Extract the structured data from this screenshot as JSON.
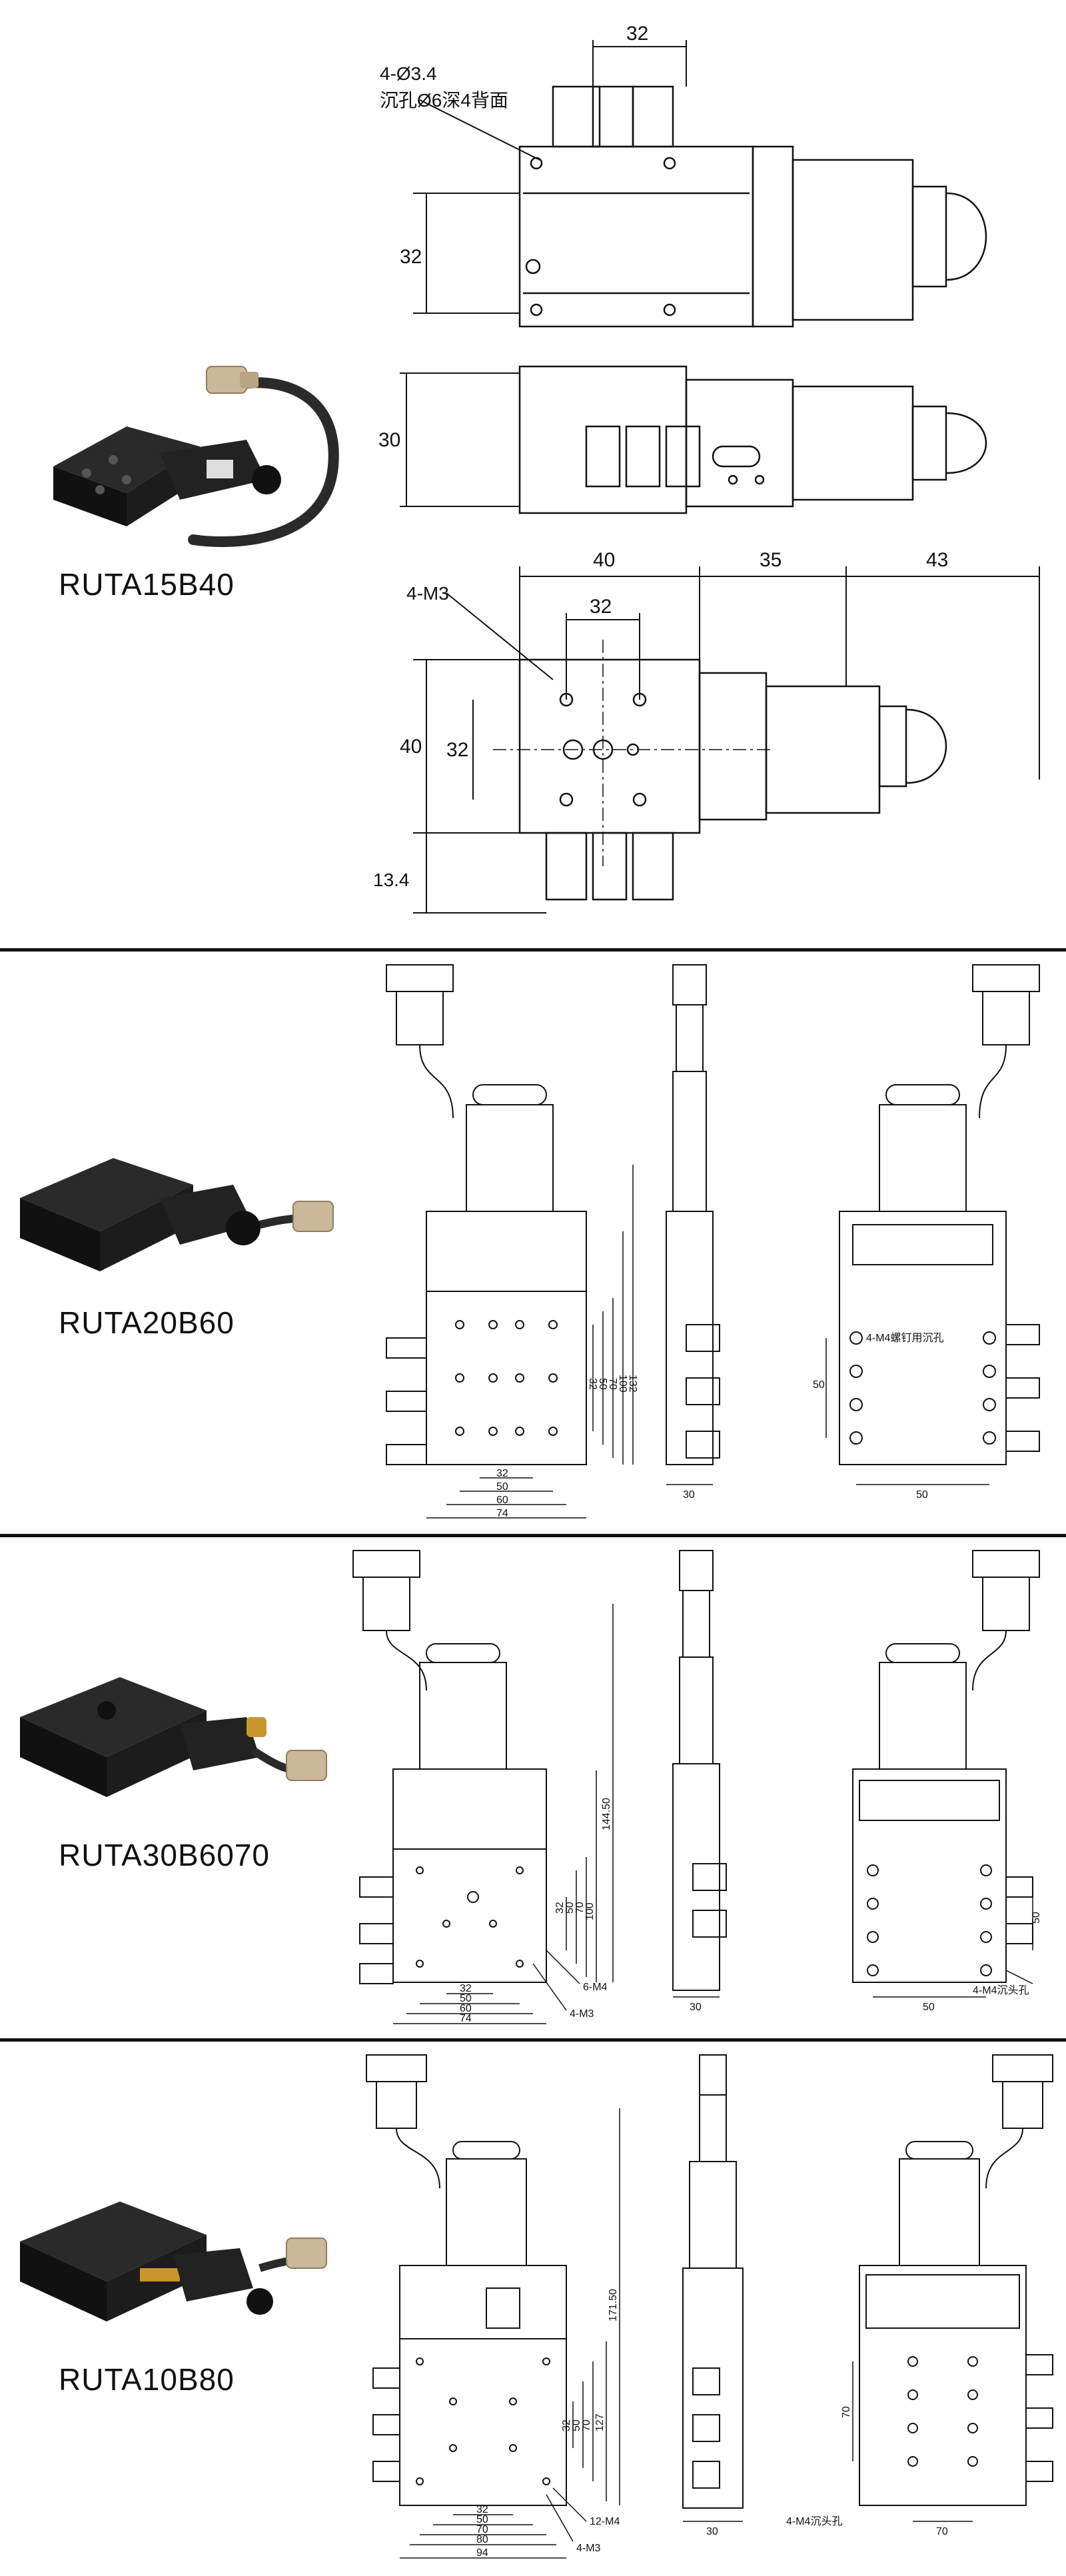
{
  "products": [
    {
      "model": "RUTA15B40",
      "annotations": {
        "hole_spec": "4-Ø3.4",
        "hole_spec_note": "沉孔Ø6深4背面",
        "thread_spec": "4-M3",
        "top_width": "32",
        "top_height": "32",
        "side_height": "30",
        "front_width": "40",
        "front_middle": "35",
        "front_motor": "43",
        "front_inner_width": "32",
        "front_height": "40",
        "front_inner_height": "32",
        "front_bottom": "13.4"
      }
    },
    {
      "model": "RUTA20B60",
      "annotations": {
        "widths": [
          "32",
          "50",
          "60",
          "74"
        ],
        "heights": [
          "32",
          "50",
          "70",
          "100",
          "132"
        ],
        "side_width": "30",
        "back_height": "50",
        "back_width": "50",
        "back_note": "4-M4螺钉用沉孔"
      }
    },
    {
      "model": "RUTA30B6070",
      "annotations": {
        "widths": [
          "32",
          "50",
          "60",
          "74"
        ],
        "heights": [
          "32",
          "50",
          "70",
          "100",
          "144.50"
        ],
        "thread_1": "6-M4",
        "thread_2": "4-M3",
        "side_width": "30",
        "back_height": "50",
        "back_width": "50",
        "back_note": "4-M4沉头孔"
      }
    },
    {
      "model": "RUTA10B80",
      "annotations": {
        "widths": [
          "32",
          "50",
          "70",
          "80",
          "94"
        ],
        "heights": [
          "32",
          "50",
          "70",
          "127",
          "171.50"
        ],
        "thread_1": "12-M4",
        "thread_2": "4-M3",
        "side_width": "30",
        "back_height": "70",
        "back_width": "70",
        "back_note": "4-M4沉头孔"
      }
    }
  ],
  "colors": {
    "ink": "#111111",
    "stage": "#1c1c1c",
    "cable": "#2a2a2a",
    "connector": "#cbb89a",
    "background": "#ffffff"
  }
}
